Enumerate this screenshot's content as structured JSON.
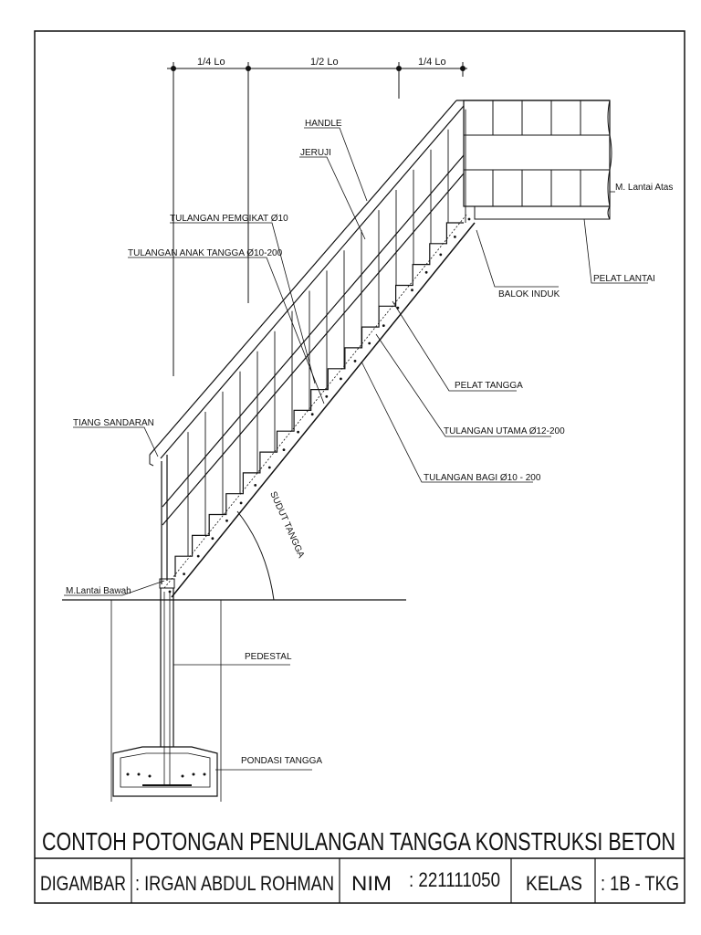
{
  "dimensions": {
    "quarter_left": "1/4 Lo",
    "half": "1/2 Lo",
    "quarter_right": "1/4 Lo"
  },
  "labels": {
    "handle": "HANDLE",
    "jeruji": "JERUJI",
    "m_lantai_atas": "M. Lantai Atas",
    "tulangan_pemgikat": "TULANGAN PEMGIKAT Ø10",
    "tulangan_anak_tangga": "TULANGAN ANAK TANGGA Ø10-200",
    "pelat_lantai": "PELAT LANTAI",
    "balok_induk": "BALOK INDUK",
    "pelat_tangga": "PELAT TANGGA",
    "tiang_sandaran": "TIANG SANDARAN",
    "tulangan_utama": "TULANGAN UTAMA Ø12-200",
    "tulangan_bagi": "TULANGAN BAGI Ø10 - 200",
    "sudut_tangga": "SUDUT TANGGA",
    "m_lantai_bawah": "M.Lantai Bawah",
    "pedestal": "PEDESTAL",
    "pondasi_tangga": "PONDASI TANGGA"
  },
  "title": "CONTOH POTONGAN PENULANGAN TANGGA KONSTRUKSI BETON",
  "title_block": {
    "digambar_label": "DIGAMBAR",
    "digambar_value": ": IRGAN ABDUL ROHMAN",
    "nim_label": "NIM",
    "nim_value": ": 221111050",
    "kelas_label": "KELAS",
    "kelas_value": ": 1B - TKG"
  }
}
